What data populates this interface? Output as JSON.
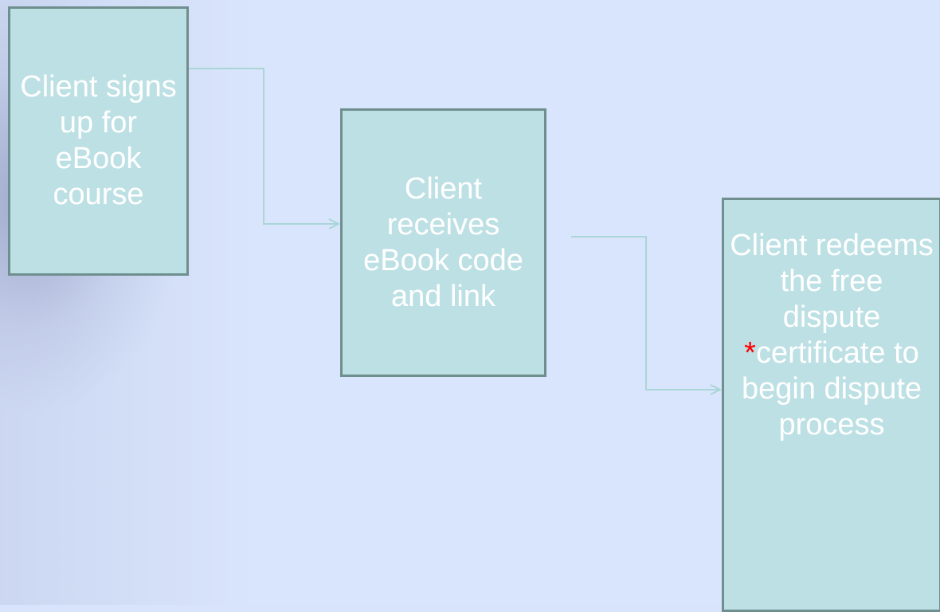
{
  "steps": [
    {
      "id": "step-1",
      "text": "Client signs up for eBook course"
    },
    {
      "id": "step-2",
      "text": "Client receives eBook code and link"
    },
    {
      "id": "step-3",
      "prefix": "Client redeems the free dispute ",
      "marker": "*",
      "suffix": "certificate to begin dispute process"
    }
  ],
  "colors": {
    "box_fill": "#bde0e4",
    "box_border": "#6f8f8e",
    "text": "#ffffff",
    "marker": "#ff0000",
    "connector": "#a9d6d6",
    "background": "#d9e5fc"
  }
}
